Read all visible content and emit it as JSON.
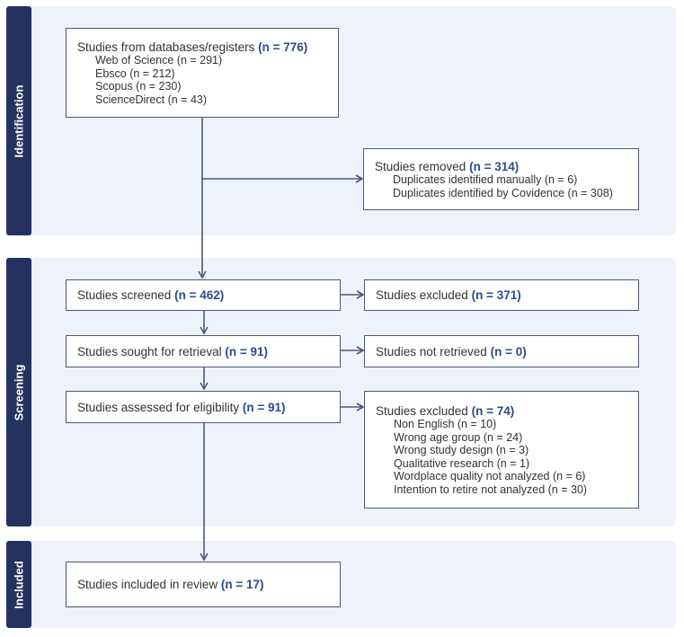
{
  "sections": {
    "identification": "Identification",
    "screening": "Screening",
    "included": "Included"
  },
  "boxes": {
    "databases": {
      "title": "Studies from databases/registers",
      "count": "(n = 776)",
      "items": [
        "Web of Science (n = 291)",
        "Ebsco (n = 212)",
        "Scopus (n = 230)",
        "ScienceDirect (n = 43)"
      ]
    },
    "removed": {
      "title": "Studies removed",
      "count": "(n = 314)",
      "items": [
        "Duplicates identified manually (n = 6)",
        "Duplicates identified by Covidence (n = 308)"
      ]
    },
    "screened": {
      "title": "Studies screened",
      "count": "(n = 462)"
    },
    "excluded_screen": {
      "title": "Studies excluded",
      "count": "(n = 371)"
    },
    "sought": {
      "title": "Studies sought for retrieval",
      "count": "(n = 91)"
    },
    "not_retrieved": {
      "title": "Studies not retrieved",
      "count": "(n = 0)"
    },
    "assessed": {
      "title": "Studies assessed for eligibility",
      "count": "(n = 91)"
    },
    "excluded_elig": {
      "title": "Studies excluded",
      "count": "(n = 74)",
      "items": [
        "Non English (n = 10)",
        "Wrong age group (n = 24)",
        "Wrong study design (n = 3)",
        "Qualitative research (n = 1)",
        "Wordplace quality not analyzed (n = 6)",
        "Intention to retire not analyzed (n = 30)"
      ]
    },
    "included": {
      "title": "Studies included in review",
      "count": "(n = 17)"
    }
  },
  "colors": {
    "section_bg": "#eef2fa",
    "label_bg": "#253260",
    "border": "#4a5a78",
    "count_text": "#2e4a8c"
  }
}
